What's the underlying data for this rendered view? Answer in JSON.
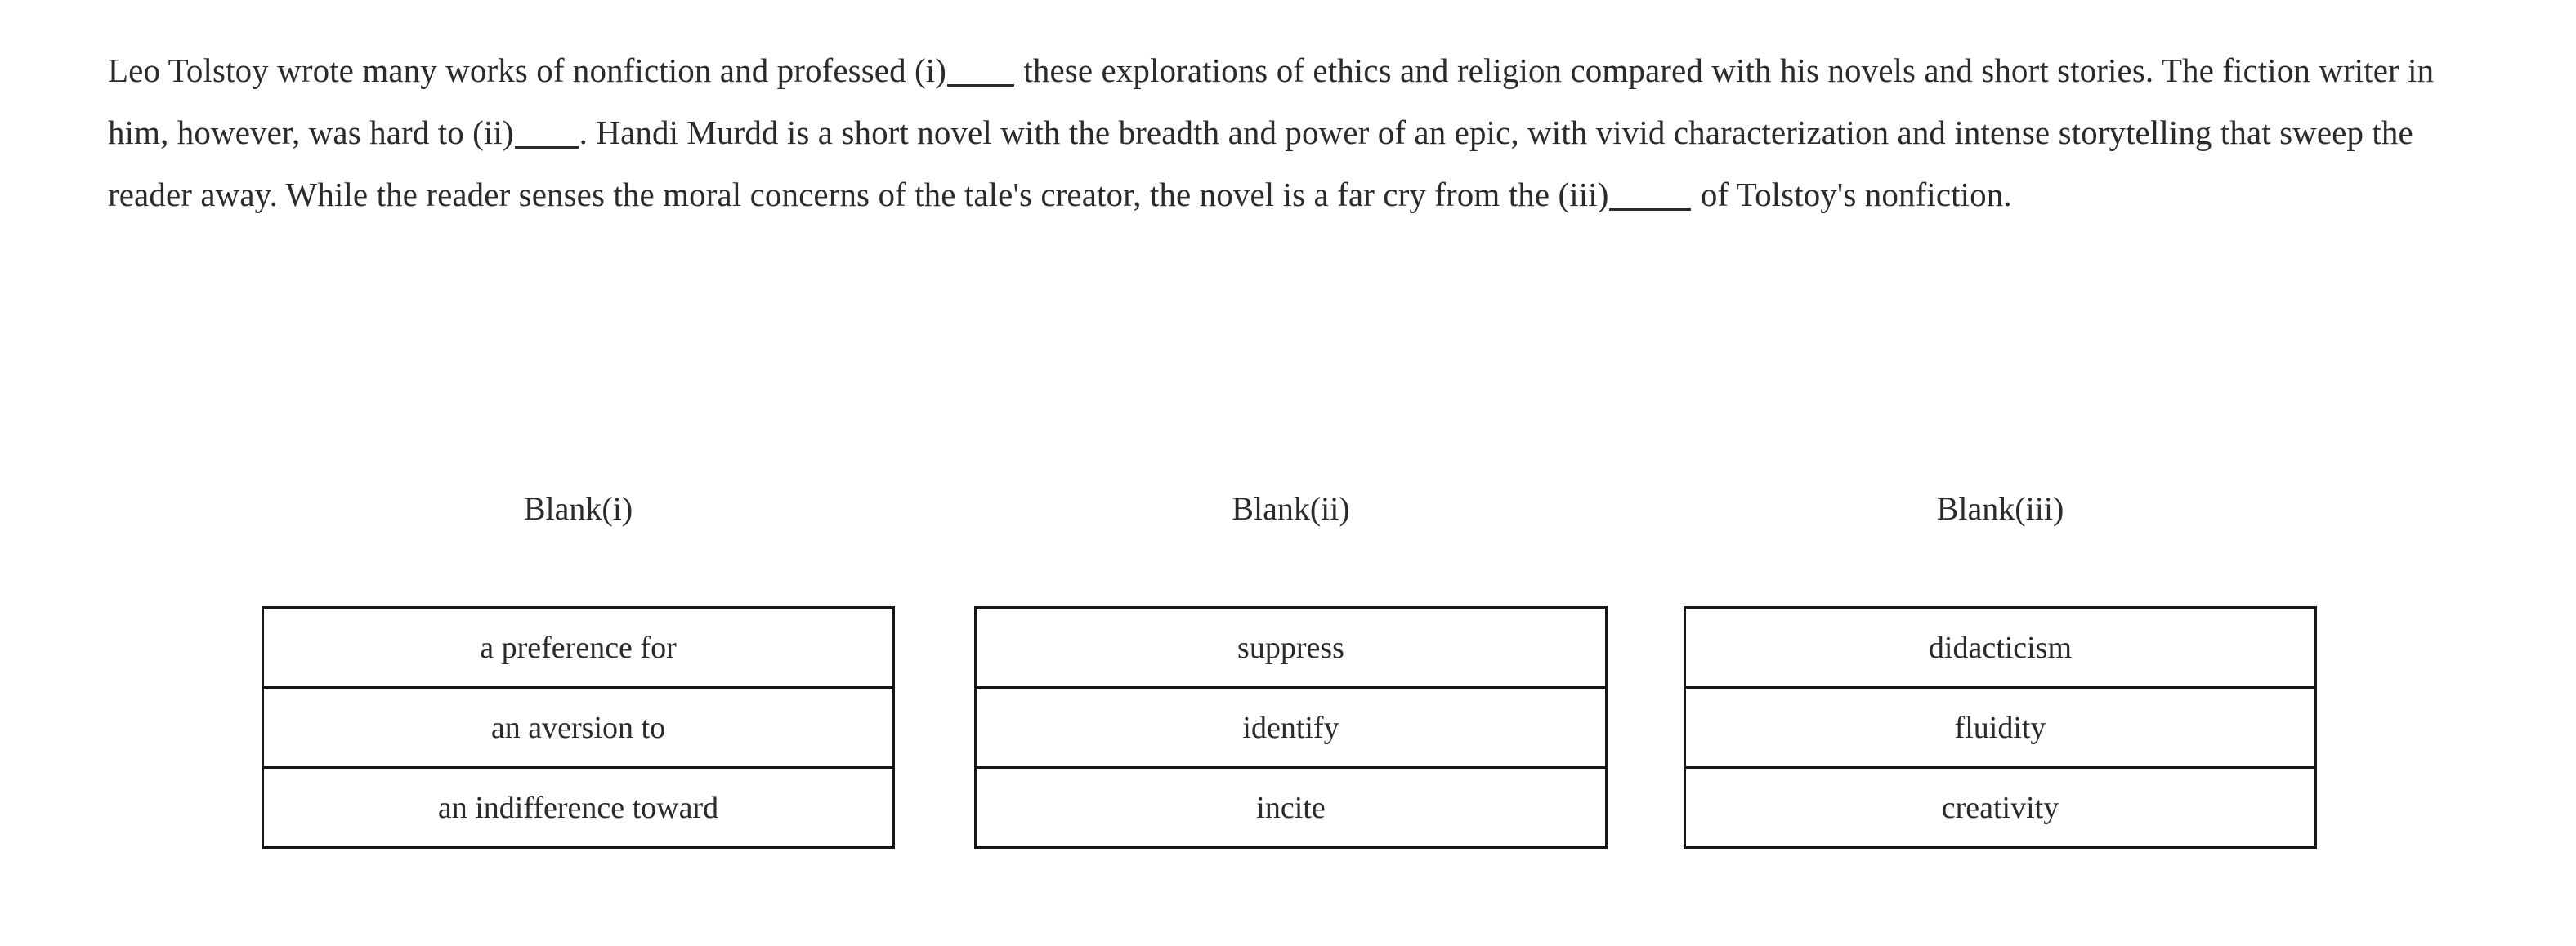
{
  "passage": {
    "segments": [
      {
        "type": "text",
        "value": "Leo Tolstoy wrote many works of nonfiction and professed "
      },
      {
        "type": "label",
        "value": "(i)"
      },
      {
        "type": "blank",
        "value": "_____"
      },
      {
        "type": "text",
        "value": " these explorations of ethics and religion compared with his novels and short stories. The fiction writer in him, however, was hard to "
      },
      {
        "type": "label",
        "value": "(ii)"
      },
      {
        "type": "blank",
        "value": "_____"
      },
      {
        "type": "text",
        "value": ". Handi Murdd is a short novel with the breadth and power of an epic, with vivid characterization and intense storytelling that sweep the reader away. While the reader senses the moral concerns of the tale's creator, the novel is a far cry from the "
      },
      {
        "type": "label",
        "value": "(iii)"
      },
      {
        "type": "blank",
        "value": "_____"
      },
      {
        "type": "text",
        "value": " of Tolstoy's nonfiction."
      }
    ],
    "part_1": "Leo Tolstoy wrote many works of nonfiction and professed ",
    "marker_i": "(i)",
    "part_2": " these explorations of ethics and religion compared with his novels and short stories. The fiction writer in him, however, was hard to ",
    "marker_ii": "(ii)",
    "part_3": ". Handi Murdd is a short novel with the breadth and power of an epic, with vivid characterization and intense storytelling that sweep the reader away. While the reader senses the moral concerns of the tale's creator, the novel is a far cry from the ",
    "marker_iii": "(iii)",
    "part_4": " of Tolstoy's nonfiction.",
    "full_text": "Leo Tolstoy wrote many works of nonfiction and professed (i)_____ these explorations of ethics and religion compared with his novels and short stories. The fiction writer in him, however, was hard to (ii)_____. Handi Murdd is a short novel with the breadth and power of an epic, with vivid characterization and intense storytelling that sweep the reader away. While the reader senses the moral concerns of the tale's creator, the novel is a far cry from the (iii)_____ of Tolstoy's nonfiction."
  },
  "columns": [
    {
      "header": "Blank(i)",
      "options": [
        {
          "label": "a preference for"
        },
        {
          "label": "an aversion to"
        },
        {
          "label": "an indifference toward"
        }
      ]
    },
    {
      "header": "Blank(ii)",
      "options": [
        {
          "label": "suppress"
        },
        {
          "label": "identify"
        },
        {
          "label": "incite"
        }
      ]
    },
    {
      "header": "Blank(iii)",
      "options": [
        {
          "label": "didacticism"
        },
        {
          "label": "fluidity"
        },
        {
          "label": "creativity"
        }
      ]
    }
  ],
  "colors": {
    "background": "#ffffff",
    "text": "#2b2b2b",
    "border": "#161616"
  }
}
